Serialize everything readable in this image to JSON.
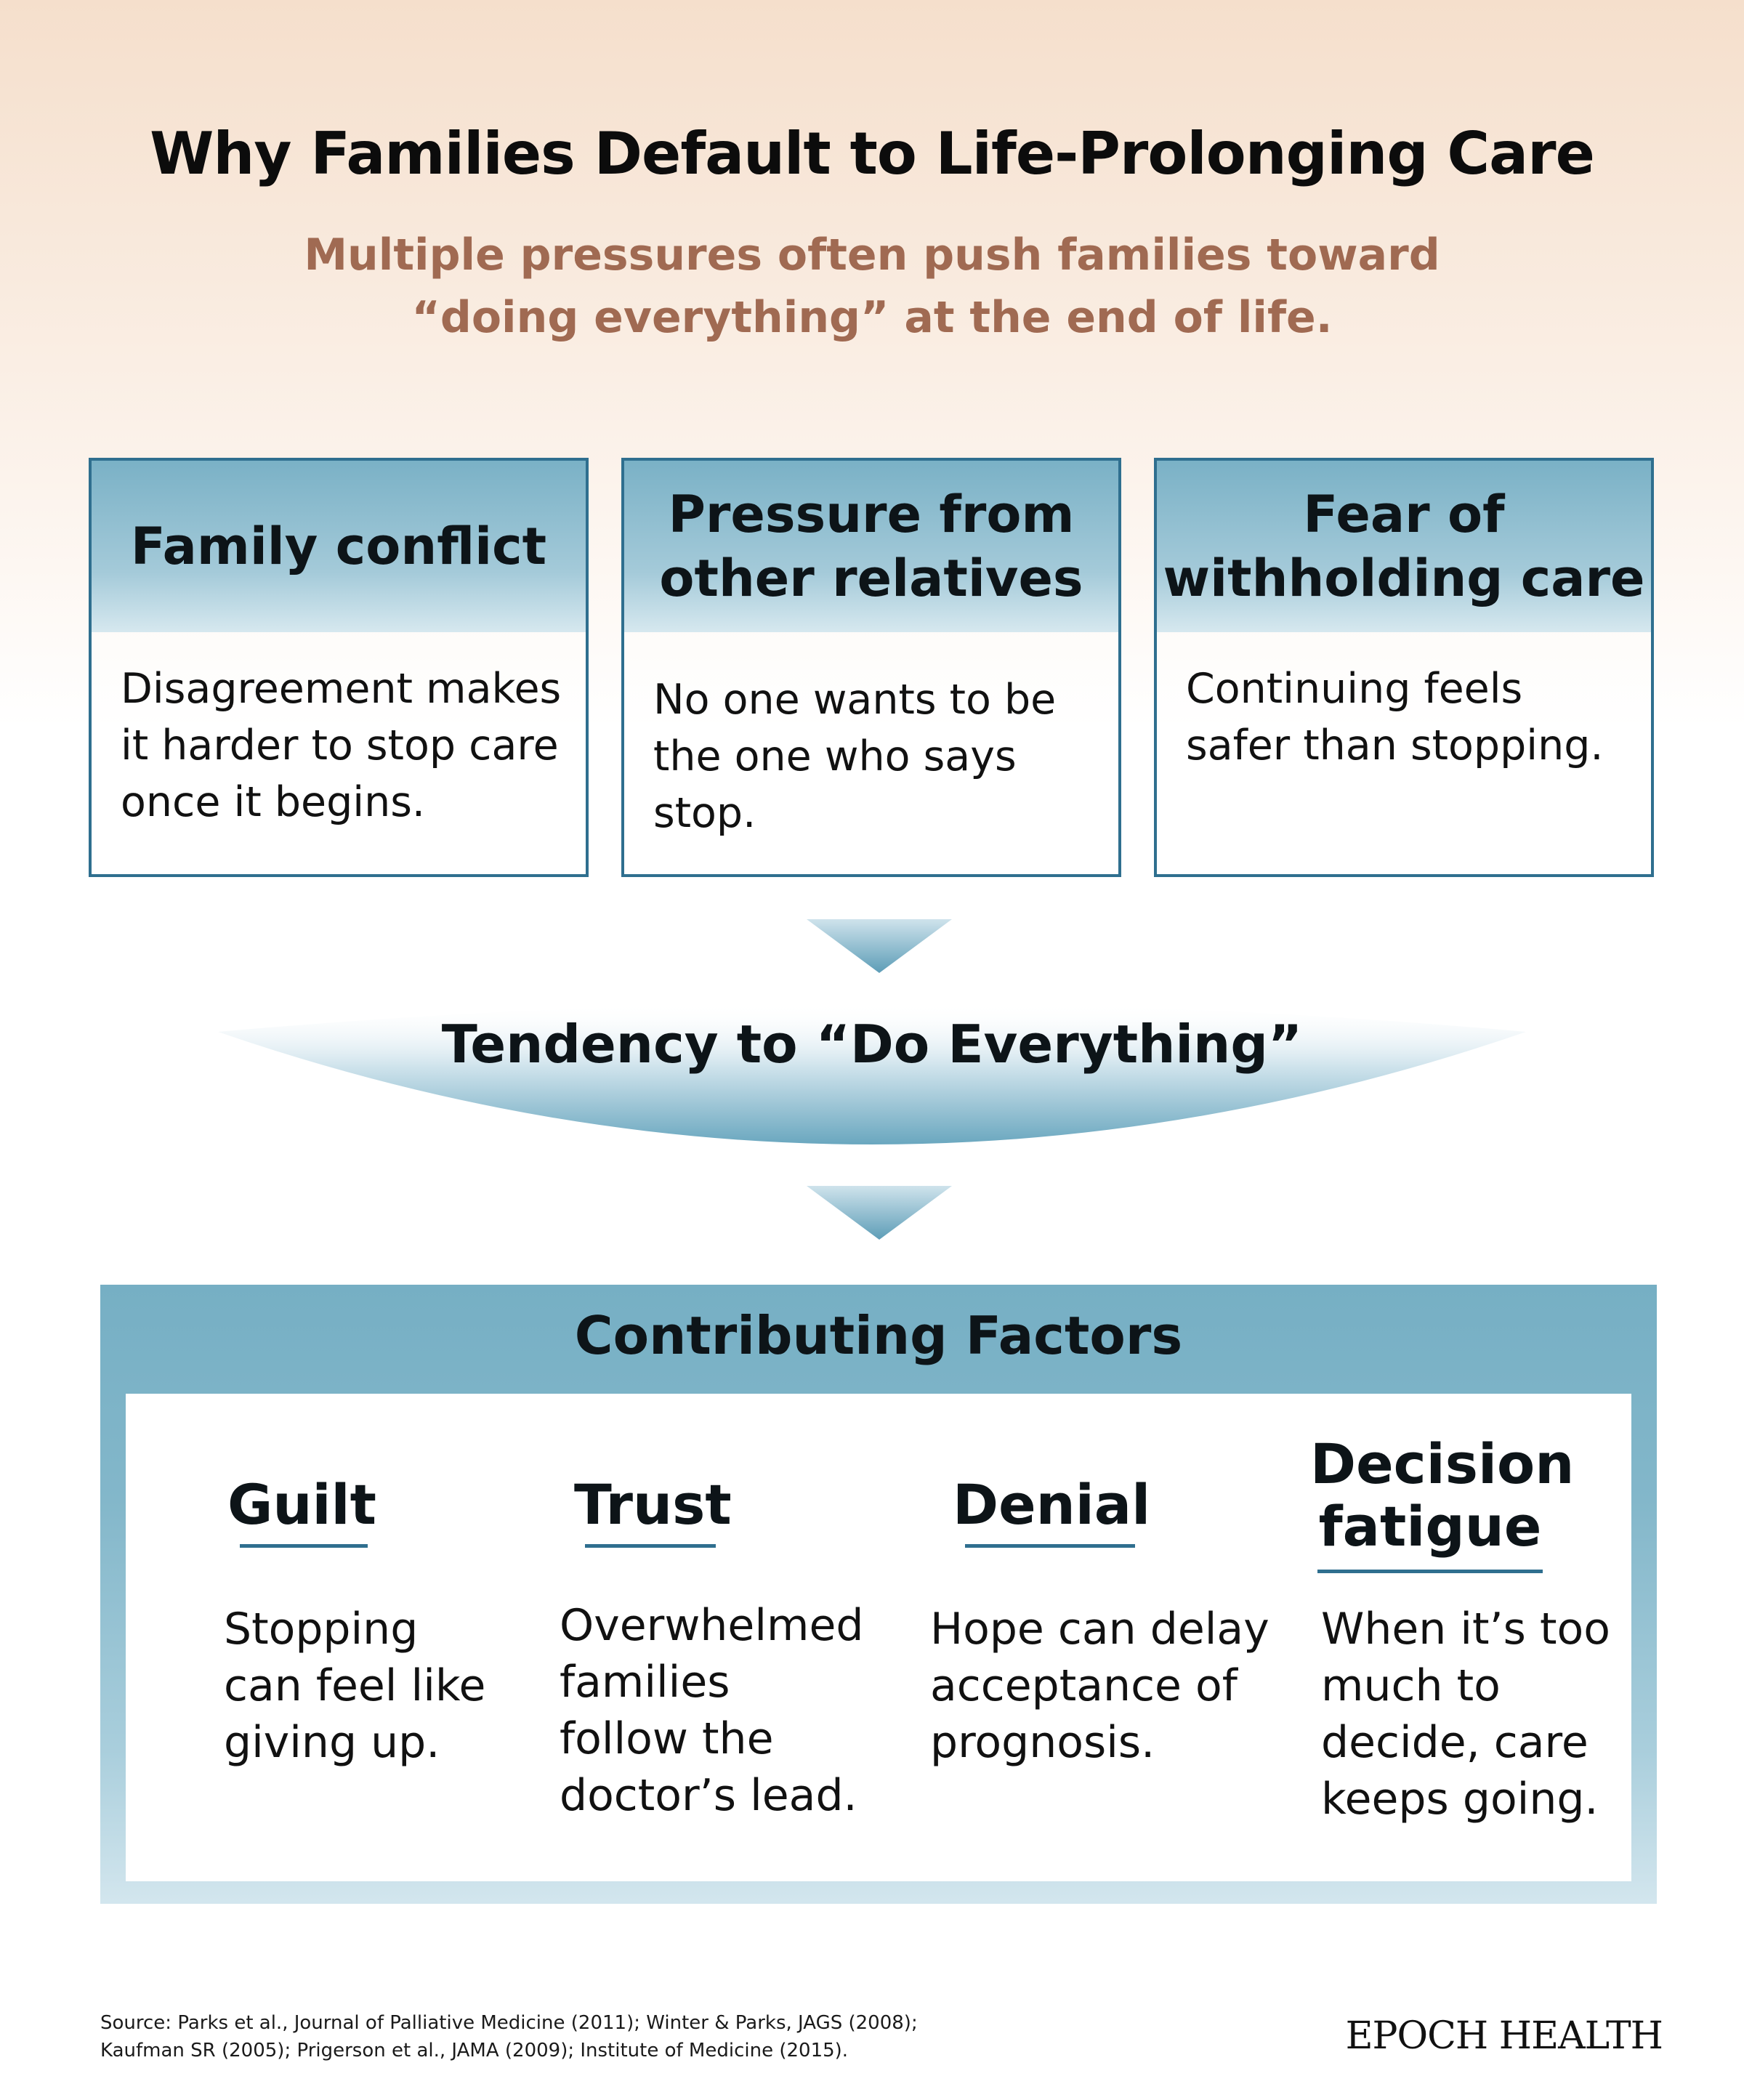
{
  "title": "Why Families Default to Life-Prolonging Care",
  "subtitle": {
    "line1": "Multiple pressures often push families toward",
    "line2": "“doing everything” at the end of life."
  },
  "pressures": [
    {
      "heading": [
        "Family conflict"
      ],
      "body": [
        "Disagreement makes",
        "it harder to stop care",
        "once it begins."
      ]
    },
    {
      "heading": [
        "Pressure from",
        "other relatives"
      ],
      "body": [
        "No one wants to be",
        "the one who says",
        "stop."
      ]
    },
    {
      "heading": [
        "Fear of",
        "withholding care"
      ],
      "body": [
        "Continuing feels",
        "safer than stopping."
      ]
    }
  ],
  "tendency": "Tendency to “Do Everything”",
  "contributing": {
    "title": "Contributing Factors",
    "factors": [
      {
        "heading": [
          "Guilt"
        ],
        "body": [
          "Stopping",
          "can feel like",
          "giving up."
        ]
      },
      {
        "heading": [
          "Trust"
        ],
        "body": [
          "Overwhelmed",
          "families",
          "follow the",
          "doctor’s lead."
        ]
      },
      {
        "heading": [
          "Denial"
        ],
        "body": [
          "Hope can delay",
          "acceptance of",
          "prognosis."
        ]
      },
      {
        "heading": [
          "Decision",
          "fatigue"
        ],
        "body": [
          "When it’s too",
          "much to",
          "decide, care",
          "keeps going."
        ]
      }
    ]
  },
  "source": {
    "line1": "Source: Parks et al., Journal of Palliative Medicine (2011); Winter & Parks, JAGS (2008);",
    "line2": "Kaufman SR (2005); Prigerson et al., JAMA (2009); Institute of Medicine (2015)."
  },
  "brand": "EPOCH HEALTH",
  "colors": {
    "accent_blue": "#2f6f8f",
    "header_blue": "#7ab1c6",
    "subtitle_brown": "#a06a52",
    "background_peach": "#f5dfcc"
  }
}
